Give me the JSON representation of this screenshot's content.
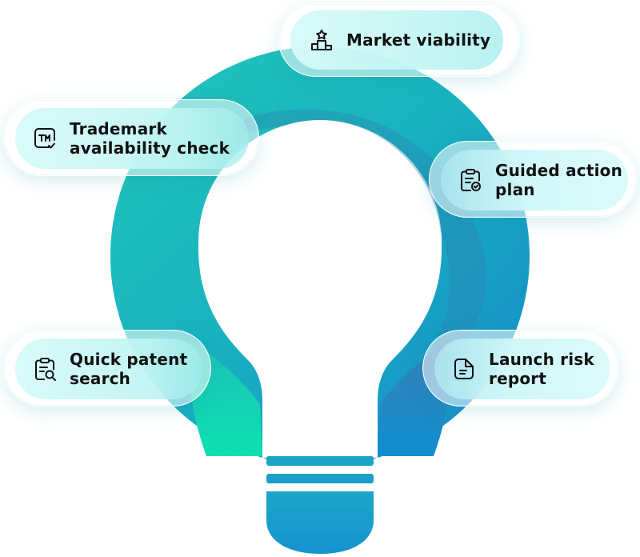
{
  "items": [
    {
      "label": "Market viability",
      "icon": "podium-star-icon"
    },
    {
      "label": "Trademark\navailability check",
      "icon": "trademark-icon"
    },
    {
      "label": "Guided action\nplan",
      "icon": "clipboard-check-icon"
    },
    {
      "label": "Quick patent\nsearch",
      "icon": "clipboard-search-icon"
    },
    {
      "label": "Launch risk\nreport",
      "icon": "document-icon"
    }
  ],
  "colors": {
    "teal": "#1ec3b4",
    "mint": "#10d9b0",
    "blue": "#1a8fcf",
    "text": "#111111"
  }
}
